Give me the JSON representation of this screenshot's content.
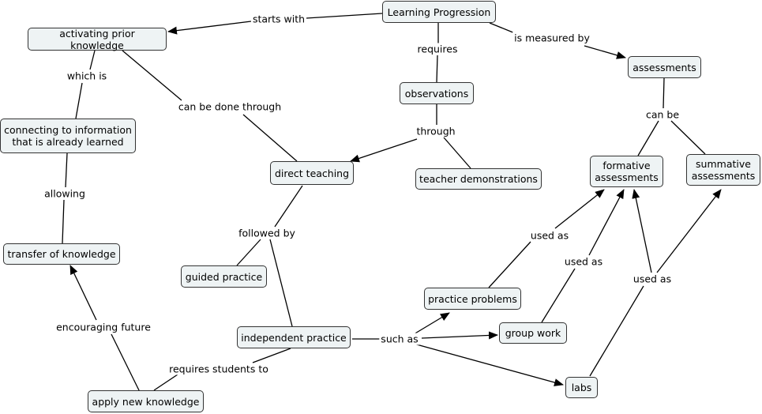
{
  "nodes": {
    "learning_progression": "Learning Progression",
    "activating_prior_knowledge": "activating prior knowledge",
    "observations": "observations",
    "assessments": "assessments",
    "connecting": "connecting to information\nthat is already learned",
    "direct_teaching": "direct teaching",
    "teacher_demonstrations": "teacher demonstrations",
    "formative_assessments": "formative\nassessments",
    "summative_assessments": "summative\nassessments",
    "transfer_of_knowledge": "transfer of knowledge",
    "guided_practice": "guided practice",
    "practice_problems": "practice problems",
    "independent_practice": "independent practice",
    "group_work": "group work",
    "labs": "labs",
    "apply_new_knowledge": "apply new knowledge"
  },
  "links": {
    "starts_with": "starts with",
    "requires": "requires",
    "is_measured_by": "is measured by",
    "which_is": "which is",
    "can_be_done_through": "can be done through",
    "through": "through",
    "can_be": "can be",
    "allowing": "allowing",
    "followed_by": "followed by",
    "used_as_1": "used as",
    "used_as_2": "used as",
    "used_as_3": "used as",
    "encouraging_future": "encouraging future",
    "such_as": "such as",
    "requires_students_to": "requires students to"
  }
}
